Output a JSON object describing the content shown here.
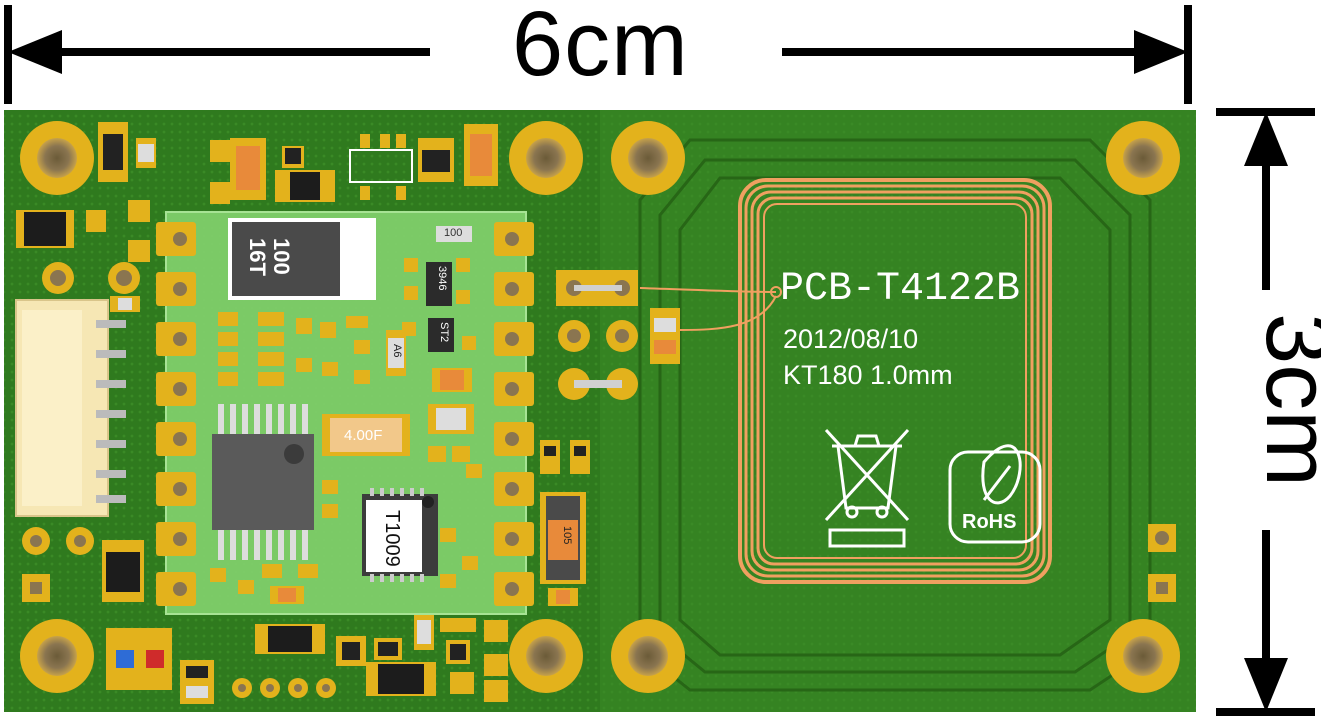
{
  "dimensions": {
    "width_label": "6cm",
    "height_label": "3cm"
  },
  "board": {
    "code": "PCB-T4122B",
    "date": "2012/08/10",
    "spec": "KT180 1.0mm",
    "rohs_label": "RoHS"
  },
  "components": {
    "inductor_top": "100",
    "inductor_bottom": "16T",
    "capacitor": "4.00F",
    "chip": "T1009",
    "resistor_100": "100",
    "sot_3946": "3946",
    "sot_ST2": "ST2",
    "diode_A6": "A6",
    "cap_105": "105"
  },
  "colors": {
    "board_green": "#2f7a1e",
    "module_green": "#7fcf6a",
    "pad_gold": "#e3b21c",
    "coil_copper": "#f0a060"
  }
}
